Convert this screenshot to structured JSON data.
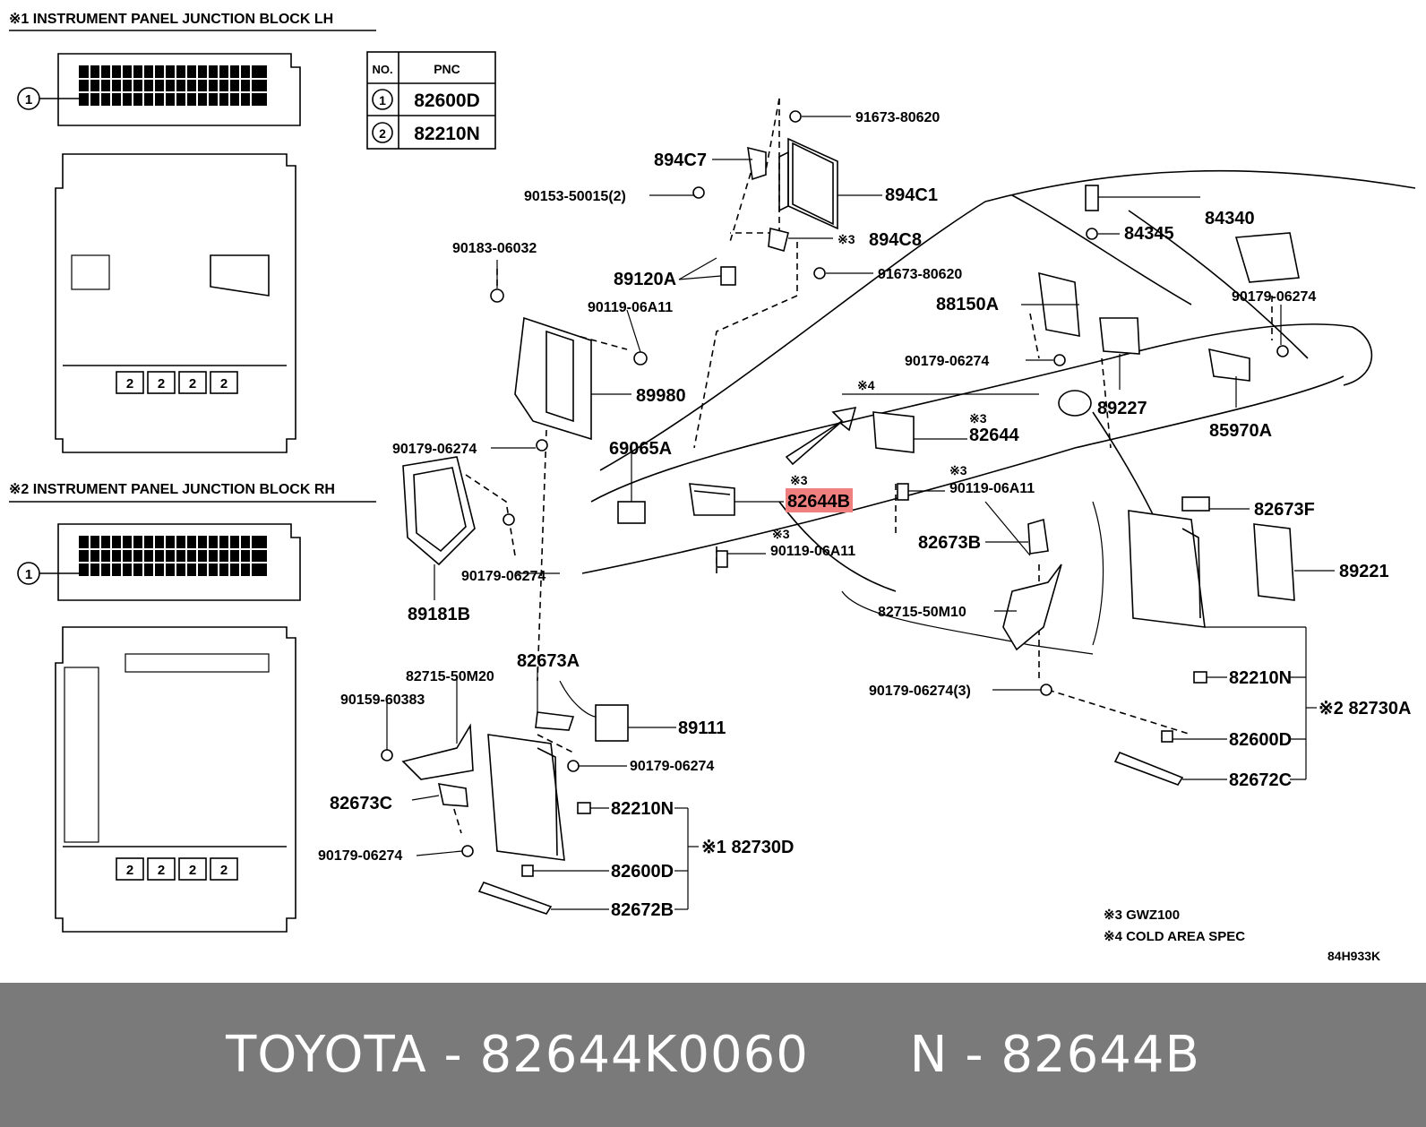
{
  "title_lh": "※1 INSTRUMENT PANEL JUNCTION BLOCK LH",
  "title_rh": "※2 INSTRUMENT PANEL JUNCTION BLOCK RH",
  "pnc_table": {
    "headers": [
      "NO.",
      "PNC"
    ],
    "rows": [
      {
        "no": "1",
        "pnc": "82600D"
      },
      {
        "no": "2",
        "pnc": "82210N"
      }
    ]
  },
  "circle_labels": {
    "one": "1",
    "two": "2"
  },
  "callouts": {
    "c91673a": "91673-80620",
    "c894c7": "894C7",
    "c90153": "90153-50015(2)",
    "c894c1": "894C1",
    "c894c8": "894C8",
    "c894c8_mark": "※3",
    "c91673b": "91673-80620",
    "c90183": "90183-06032",
    "c89120a": "89120A",
    "c90119a": "90119-06A11",
    "c89980": "89980",
    "c69065a": "69065A",
    "c90179a": "90179-06274",
    "c89181b": "89181B",
    "c90179b": "90179-06274",
    "c84340": "84340",
    "c84345": "84345",
    "c90179c": "90179-06274",
    "c88150a": "88150A",
    "c90179d": "90179-06274",
    "c89227": "89227",
    "c85970a": "85970A",
    "c_mark4": "※4",
    "c82644_mark": "※3",
    "c82644": "82644",
    "c82644b_mark": "※3",
    "c82644b": "82644B",
    "c90119b_mark": "※3",
    "c90119b": "90119-06A11",
    "c90119c_mark": "※3",
    "c90119c": "90119-06A11",
    "c82673b": "82673B",
    "c82673f": "82673F",
    "c89221": "89221",
    "c82715a": "82715-50M10",
    "c90179e": "90179-06274(3)",
    "c82210n_r": "82210N",
    "c82730a": "※2 82730A",
    "c82600d_r": "82600D",
    "c82672c": "82672C",
    "c82673a": "82673A",
    "c82715b": "82715-50M20",
    "c90159": "90159-60383",
    "c89111": "89111",
    "c90179f": "90179-06274",
    "c82673c": "82673C",
    "c82210n_l": "82210N",
    "c82730d": "※1 82730D",
    "c90179g": "90179-06274",
    "c82600d_l": "82600D",
    "c82672b": "82672B"
  },
  "notes": {
    "note3": "※3 GWZ100",
    "note4": "※4 COLD AREA SPEC"
  },
  "ref_code": "84H933K",
  "highlight_color": "#f08080",
  "footer_text": "TOYOTA - 82644K0060      N - 82644B"
}
